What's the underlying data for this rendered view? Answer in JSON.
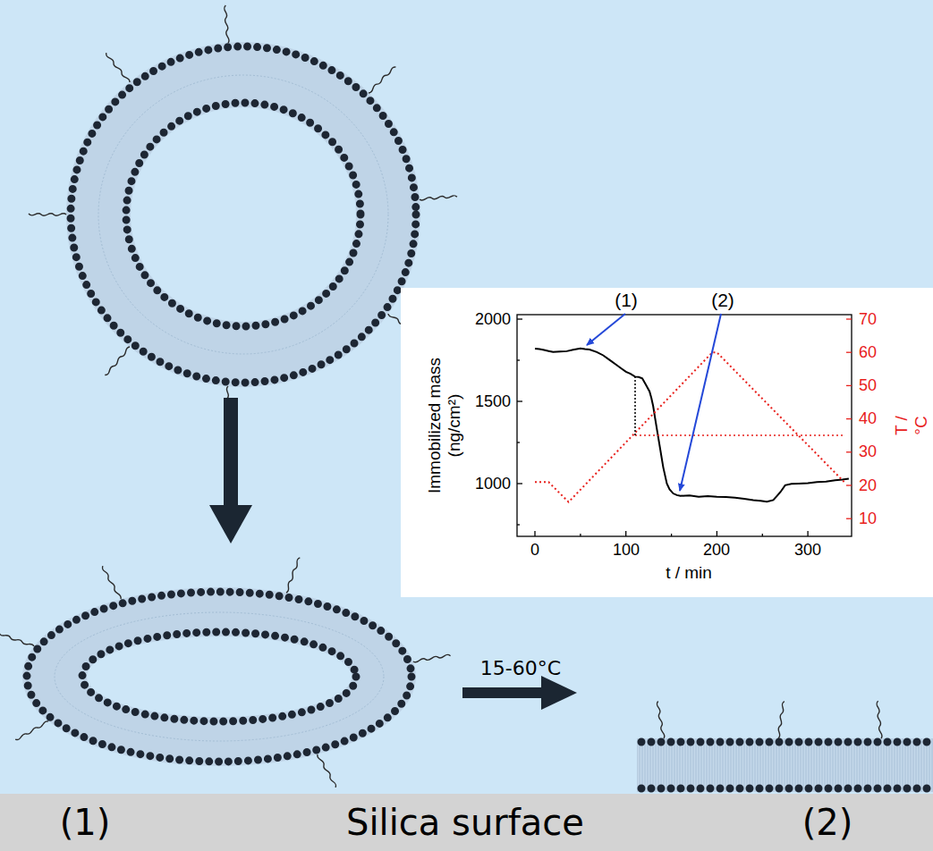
{
  "diagram": {
    "nodes": [
      {
        "text": [
          "(1)",
          "Silica surface",
          "(2)"
        ]
      }
    ],
    "labels": [
      "(1)",
      "(2)",
      "Immobilized mass (ng/cm²)",
      "T / °C",
      "t / min",
      "0",
      "100",
      "200",
      "300",
      "1000",
      "1500",
      "2000",
      "10",
      "20",
      "30",
      "40",
      "50",
      "60",
      "70",
      "15-60°C"
    ]
  }
}
